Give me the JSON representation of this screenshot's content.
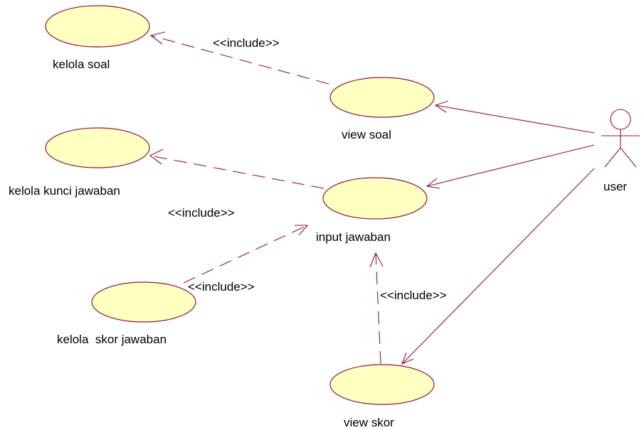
{
  "colors": {
    "line": "#8b1a3a",
    "usecase_fill": "#ffffc1",
    "text": "#000000"
  },
  "use_cases": {
    "kelola_soal": "kelola soal",
    "view_soal": "view soal",
    "kelola_kunci_jawaban": "kelola kunci jawaban",
    "input_jawaban": "input jawaban",
    "kelola_skor_jawaban": "kelola  skor jawaban",
    "view_skor": "view skor"
  },
  "actor": {
    "name": "user"
  },
  "relations": {
    "include_1": "<<include>>",
    "include_2": "<<include>>",
    "include_3": "<<include>>",
    "include_4": "<<include>>"
  }
}
